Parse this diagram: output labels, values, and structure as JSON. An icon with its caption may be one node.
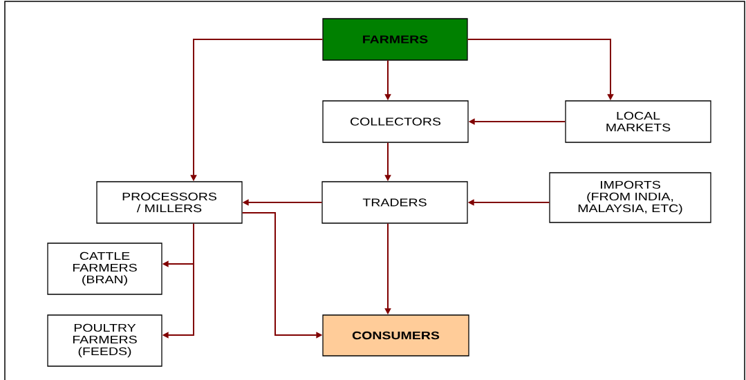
{
  "diagram": {
    "nodes": [
      {
        "text": [
          "FARMERS"
        ]
      },
      {
        "text": [
          "COLLECTORS"
        ]
      },
      {
        "text": [
          "LOCAL MARKETS"
        ]
      },
      {
        "text": [
          "PROCESSORS / MILLERS"
        ]
      },
      {
        "text": [
          "TRADERS"
        ]
      },
      {
        "text": [
          "IMPORTS (FROM INDIA, MALAYSIA, ETC)"
        ]
      },
      {
        "text": [
          "CATTLE FARMERS (BRAN)"
        ]
      },
      {
        "text": [
          "POULTRY FARMERS (FEEDS)"
        ]
      },
      {
        "text": [
          "CONSUMERS"
        ]
      }
    ],
    "edges": [
      {
        "from": 0,
        "to": 3,
        "arrow": "to"
      },
      {
        "from": 0,
        "to": 1,
        "arrow": "to"
      },
      {
        "from": 0,
        "to": 2,
        "arrow": "to"
      },
      {
        "from": 2,
        "to": 1,
        "arrow": "to"
      },
      {
        "from": 1,
        "to": 4,
        "arrow": "to"
      },
      {
        "from": 4,
        "to": 3,
        "arrow": "to"
      },
      {
        "from": 5,
        "to": 4,
        "arrow": "to"
      },
      {
        "from": 3,
        "to": 6,
        "arrow": "to"
      },
      {
        "from": 3,
        "to": 7,
        "arrow": "to"
      },
      {
        "from": 3,
        "to": 8,
        "arrow": "to"
      },
      {
        "from": 4,
        "to": 8,
        "arrow": "to"
      }
    ]
  }
}
